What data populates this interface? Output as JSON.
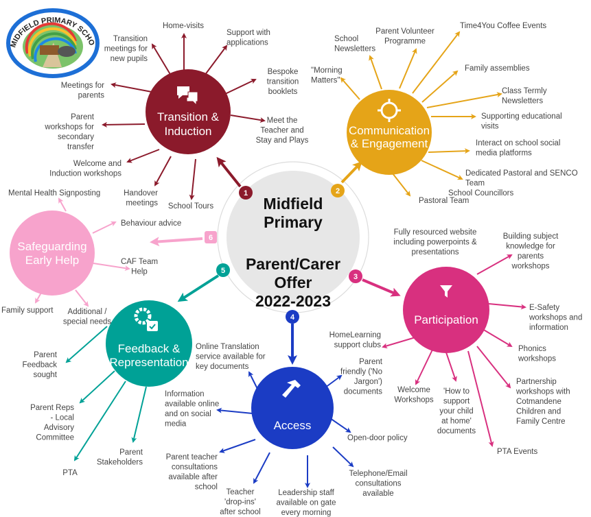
{
  "logo": {
    "text": "MIDFIELD PRIMARY SCHOOL",
    "color": "#1d6fd6"
  },
  "center": {
    "school_lines": [
      "Midfield",
      "Primary"
    ],
    "offer_lines": [
      "Parent/Carer",
      "Offer",
      "2022-2023"
    ]
  },
  "hubs": [
    {
      "number": "1",
      "color": "#8b1a2b",
      "icon": "chat-bubbles-icon",
      "title_lines": [
        "Transition &",
        "Induction"
      ],
      "items": [
        {
          "lines": [
            "Transition",
            "meetings for",
            "new pupils"
          ]
        },
        {
          "lines": [
            "Home-visits"
          ]
        },
        {
          "lines": [
            "Support with",
            "applications"
          ]
        },
        {
          "lines": [
            "Bespoke",
            "transition",
            "booklets"
          ]
        },
        {
          "lines": [
            "Meet the",
            "Teacher and",
            "Stay and Plays"
          ]
        },
        {
          "lines": [
            "Meetings for",
            "parents"
          ]
        },
        {
          "lines": [
            "Parent",
            "workshops for",
            "secondary",
            "transfer"
          ]
        },
        {
          "lines": [
            "Welcome and",
            "Induction workshops"
          ]
        },
        {
          "lines": [
            "Handover",
            "meetings"
          ]
        },
        {
          "lines": [
            "School Tours"
          ]
        }
      ]
    },
    {
      "number": "2",
      "color": "#e5a418",
      "icon": "crosshair-icon",
      "title_lines": [
        "Communication",
        "& Engagement"
      ],
      "items": [
        {
          "lines": [
            "\"Morning",
            "Matters\""
          ]
        },
        {
          "lines": [
            "School",
            "Newsletters"
          ]
        },
        {
          "lines": [
            "Parent Volunteer",
            "Programme"
          ]
        },
        {
          "lines": [
            "Time4You Coffee Events"
          ]
        },
        {
          "lines": [
            "Family assemblies"
          ]
        },
        {
          "lines": [
            "Class Termly",
            "Newsletters"
          ]
        },
        {
          "lines": [
            "Supporting educational",
            "visits"
          ]
        },
        {
          "lines": [
            "Interact on school social",
            "media platforms"
          ]
        },
        {
          "lines": [
            "Dedicated Pastoral and SENCO",
            "Team"
          ]
        },
        {
          "lines": [
            "School Councillors"
          ]
        },
        {
          "lines": [
            "Pastoral Team"
          ]
        }
      ]
    },
    {
      "number": "3",
      "color": "#d8307f",
      "icon": "funnel-icon",
      "title_lines": [
        "Participation"
      ],
      "items": [
        {
          "lines": [
            "Fully resourced website",
            "including powerpoints &",
            "presentations"
          ]
        },
        {
          "lines": [
            "Building subject",
            "knowledge for",
            "parents",
            "workshops"
          ]
        },
        {
          "lines": [
            "E-Safety",
            "workshops and",
            "information"
          ]
        },
        {
          "lines": [
            "Phonics",
            "workshops"
          ]
        },
        {
          "lines": [
            "Partnership",
            "workshops with",
            "Cotmandene",
            "Children and",
            "Family Centre"
          ]
        },
        {
          "lines": [
            "PTA Events"
          ]
        },
        {
          "lines": [
            "'How to",
            "support",
            "your child",
            "at home'",
            "documents"
          ]
        },
        {
          "lines": [
            "Welcome",
            "Workshops"
          ]
        },
        {
          "lines": [
            "HomeLearning",
            "support clubs"
          ]
        }
      ]
    },
    {
      "number": "4",
      "color": "#1b3cc4",
      "icon": "hammer-icon",
      "title_lines": [
        "Access"
      ],
      "items": [
        {
          "lines": [
            "Online Translation",
            "service available for",
            "key documents"
          ]
        },
        {
          "lines": [
            "Parent",
            "friendly ('No",
            "Jargon')",
            "documents"
          ]
        },
        {
          "lines": [
            "Information",
            "available online",
            "and on social",
            "media"
          ]
        },
        {
          "lines": [
            "Open-door policy"
          ]
        },
        {
          "lines": [
            "Parent teacher",
            "consultations",
            "available after",
            "school"
          ]
        },
        {
          "lines": [
            "Teacher",
            "'drop-ins'",
            "after school"
          ]
        },
        {
          "lines": [
            "Leadership staff",
            "available on gate",
            "every morning"
          ]
        },
        {
          "lines": [
            "Telephone/Email",
            "consultations",
            "available"
          ]
        }
      ]
    },
    {
      "number": "5",
      "color": "#00a196",
      "icon": "gear-checklist-icon",
      "title_lines": [
        "Feedback &",
        "Representation"
      ],
      "items": [
        {
          "lines": [
            "Parent",
            "Feedback",
            "sought"
          ]
        },
        {
          "lines": [
            "Parent Reps",
            "- Local",
            "Advisory",
            "Committee"
          ]
        },
        {
          "lines": [
            "PTA"
          ]
        },
        {
          "lines": [
            "Parent",
            "Stakeholders"
          ]
        }
      ]
    },
    {
      "number": "6",
      "color": "#f7a3cc",
      "icon": "none",
      "title_lines": [
        "Safeguarding",
        "Early Help"
      ],
      "items": [
        {
          "lines": [
            "Mental Health Signposting"
          ]
        },
        {
          "lines": [
            "Behaviour advice"
          ]
        },
        {
          "lines": [
            "CAF Team",
            "Help"
          ]
        },
        {
          "lines": [
            "Family support"
          ]
        },
        {
          "lines": [
            "Additional /",
            "special needs"
          ]
        }
      ]
    }
  ]
}
